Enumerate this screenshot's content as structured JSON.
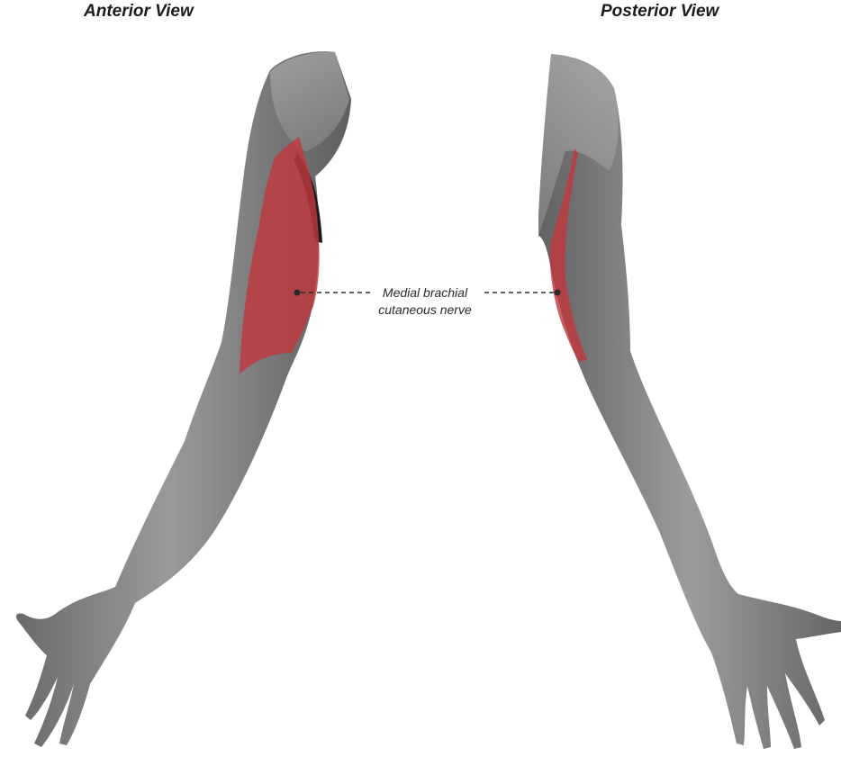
{
  "views": {
    "anterior_title": "Anterior View",
    "posterior_title": "Posterior View"
  },
  "annotation": {
    "line1": "Medial brachial",
    "line2": "cutaneous nerve"
  },
  "colors": {
    "skin": "#8a8a8a",
    "skin_shadow": "#5c5c5c",
    "skin_highlight": "#b3b3b3",
    "dermatome_region": "#c0393f",
    "marker": "#2b2b2b"
  }
}
